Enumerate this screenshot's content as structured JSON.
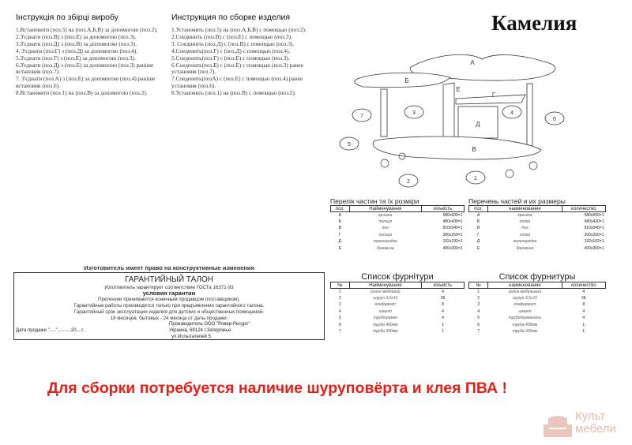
{
  "ua_instructions": {
    "title": "Інструкція по збірці виробу",
    "steps": [
      "1.Встановити (поз.5) на (поз.А,Б,В) за допомогою (поз.2).",
      "2.З'єднати (поз.В) з (поз.Е) за допомогою (поз.3).",
      "3.З'єднати (поз.Д) з (поз.В) за допомогою (поз.3).",
      "4. З'єднати (поз.Г) з (поз.Д) за допомогою (поз.4).",
      "5.З'єднати (поз.Г) з (поз.Е) за допомогою (поз.3).",
      "6.З'єднати (поз.Д) з (поз.Е) за допомогою (поз.3) раніше встановив (поз.7).",
      "7. З'єднати (поз.А) з (поз.Е) за допомогою (поз.4) раніше встановив (поз.6).",
      "8.Встановити (поз.1) на (поз.В) за допомогою (поз.2)."
    ]
  },
  "ru_instructions": {
    "title": "Инструкция по сборке изделия",
    "steps": [
      "1.Установить (поз.5) на (поз.А,Б,В) с помощью (поз.2).",
      "2.Соединить (поз.В) с (поз.Е) с помощью (поз.3).",
      "3. Соединить (поз.Д) с (поз.В) с помощью (поз.3).",
      "4.Соеденить(поз.Г) с (поз.Д) с помощью (поз.4).",
      "5.Соеденить(поз.Г) с (поз.Е) с помощью (поз.3).",
      "6.Соеденить(поз.Б) с (поз.Е) с помощью (поз.3) ранее установив (поз.7).",
      "7.Соеденить(позА) с (поз.Е) с помощью (поз.4) ранее установив (поз.6).",
      "8.Установить (поз.1) на (поз.В) с помощью (поз.2)."
    ]
  },
  "product_title": "Камелия",
  "diagram": {
    "parts": [
      "А",
      "Б",
      "В",
      "Г",
      "Д",
      "Е"
    ],
    "callouts": [
      "1",
      "2",
      "3",
      "4",
      "5",
      "6",
      "7"
    ]
  },
  "ua_parts": {
    "title": "Перелік частин та їх розміри",
    "headers": [
      "поз.",
      "Найменування",
      "кількість"
    ],
    "rows": [
      [
        "А",
        "кришка",
        "580x600=1"
      ],
      [
        "Б",
        "полиця",
        "480x430=1"
      ],
      [
        "В",
        "дно",
        "810x540=1"
      ],
      [
        "Г",
        "полиця",
        "300x250=1"
      ],
      [
        "Д",
        "перегородка",
        "192x192=1"
      ],
      [
        "Е",
        "боковина",
        "400x300=1"
      ]
    ]
  },
  "ru_parts": {
    "title": "Перечень частей и их размеры",
    "headers": [
      "поз.",
      "наименование",
      "количество"
    ],
    "rows": [
      [
        "А",
        "крышка",
        "580x600=1"
      ],
      [
        "Б",
        "полка",
        "480x430=1"
      ],
      [
        "В",
        "дно",
        "810x540=1"
      ],
      [
        "Г",
        "полка",
        "300x250=1"
      ],
      [
        "Д",
        "перегородка",
        "192x192=1"
      ],
      [
        "Е",
        "боковина",
        "400x300=1"
      ]
    ]
  },
  "ua_fittings": {
    "title": "Список фурнітури",
    "headers": [
      "№",
      "Найменування",
      "кількість"
    ],
    "rows": [
      [
        "1",
        "ролик меблевий",
        "4"
      ],
      [
        "2",
        "шуруп 3,5x16",
        "28"
      ],
      [
        "3",
        "конфірмат",
        "8"
      ],
      [
        "4",
        "шкант",
        "4"
      ],
      [
        "5",
        "трубтримач",
        "4"
      ],
      [
        "6",
        "труба 400мм",
        "1"
      ],
      [
        "7",
        "труба 330мм",
        "1"
      ]
    ]
  },
  "ru_fittings": {
    "title": "Список фурнитуры",
    "headers": [
      "№",
      "наименование",
      "количество"
    ],
    "rows": [
      [
        "1",
        "ролик мебельный",
        "4"
      ],
      [
        "2",
        "шуруп 3,5x16",
        "28"
      ],
      [
        "3",
        "конфирмат",
        "8"
      ],
      [
        "4",
        "шкант",
        "4"
      ],
      [
        "5",
        "трубодержатель",
        "4"
      ],
      [
        "6",
        "труба 400мм",
        "1"
      ],
      [
        "7",
        "труба 330мм",
        "1"
      ]
    ]
  },
  "warranty": {
    "notice": "Изготовитель имеет право на конструктивные изменения",
    "title": "ГАРАНТИЙНЫЙ ТАЛОН",
    "gost": "Изготовитель гарантирует соответствие ГОСТа 16371-93",
    "conditions_title": "условия гарантии",
    "lines": [
      "Претензии принимаются конечным продавцом (поставщиком).",
      "Гарантийные работы производятся только при предъявлении гарантийного талона.",
      "Гарантийный срок эксплуатации изделия для детских и общественных помещений-",
      "18 месяцев, бытовых - 24 месяца от даты продажи."
    ],
    "sale_date": "Дата продажи \".....\"..........20....г.",
    "manufacturer": [
      "Производитель ООО \"Ровер-Ресурс\"",
      "Украина, 69124 г.Запорожье",
      "ул.Испытателей 5"
    ]
  },
  "footer_notice": "Для сборки потребуется наличие шуруповёрта и клея ПВА !",
  "logo": {
    "text": [
      "Культ",
      "мебели"
    ],
    "color": "#e8b8ad"
  }
}
